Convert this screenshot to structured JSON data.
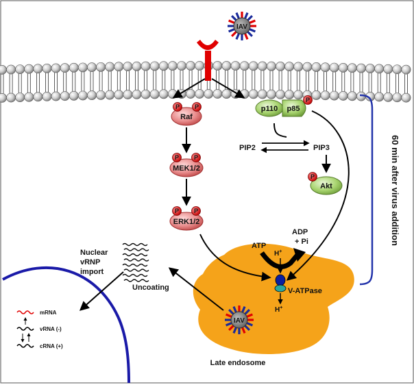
{
  "virus": {
    "label": "IAV"
  },
  "kinases": {
    "raf": "Raf",
    "mek": "MEK1/2",
    "erk": "ERK1/2",
    "p110": "p110",
    "p85": "p85",
    "akt": "Akt",
    "phospho": "P"
  },
  "lipids": {
    "pip2": "PIP2",
    "pip3": "PIP3"
  },
  "atpase": {
    "atp": "ATP",
    "adp": "ADP",
    "pi": "+ Pi",
    "proton": "H",
    "proton_sup": "+",
    "label": "V-ATPase"
  },
  "timeline": {
    "label": "60 min after virus addition"
  },
  "endosome": {
    "label": "Late endosome"
  },
  "uncoating": {
    "label": "Uncoating"
  },
  "nuclear_import": {
    "line1": "Nuclear",
    "line2": "vRNP",
    "line3": "import"
  },
  "legend": {
    "mrna": "mRNA",
    "vrna": "vRNA (-)",
    "crna": "cRNA (+)"
  },
  "colors": {
    "membrane_bead": "#bfbfbf",
    "receptor": "#e00000",
    "raf_pathway": "#e88c8c",
    "pi3k_pathway": "#a8d46f",
    "phospho": "#e00000",
    "endosome": "#f5a31a",
    "nucleus_border": "#1a1aa8",
    "bracket": "#2233aa",
    "atpase_top": "#0a1fa0",
    "atpase_bottom": "#2aa7a0",
    "virus_core": "#8a8a8a",
    "spike_blue": "#1a2a9a",
    "spike_red": "#e00000"
  }
}
